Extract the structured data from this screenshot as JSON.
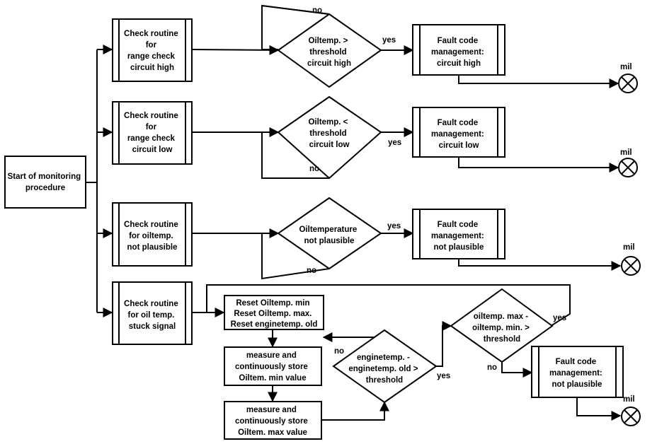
{
  "start": {
    "lines": [
      "Start of monitoring",
      "procedure"
    ]
  },
  "routines": [
    {
      "lines": [
        "Check routine",
        "for",
        "range check",
        "circuit high"
      ]
    },
    {
      "lines": [
        "Check routine",
        "for",
        "range check",
        "circuit low"
      ]
    },
    {
      "lines": [
        "Check routine",
        "for oiltemp.",
        "not plausible"
      ]
    },
    {
      "lines": [
        "Check routine",
        "for oil temp.",
        "stuck signal"
      ]
    }
  ],
  "decisions": [
    {
      "lines": [
        "Oiltemp. >",
        "threshold",
        "circuit high"
      ]
    },
    {
      "lines": [
        "Oiltemp. <",
        "threshold",
        "circuit low"
      ]
    },
    {
      "lines": [
        "Oiltemperature",
        "not plausible"
      ]
    },
    {
      "lines": [
        "enginetemp. -",
        "enginetemp. old >",
        "threshold"
      ]
    },
    {
      "lines": [
        "oiltemp. max -",
        "oiltemp. min. >",
        "threshold"
      ]
    }
  ],
  "fault_boxes": [
    {
      "lines": [
        "Fault code",
        "management:",
        "circuit high"
      ]
    },
    {
      "lines": [
        "Fault code",
        "management:",
        "circuit low"
      ]
    },
    {
      "lines": [
        "Fault code",
        "management:",
        "not plausible"
      ]
    },
    {
      "lines": [
        "Fault code",
        "management:",
        "not plausible"
      ]
    }
  ],
  "process_boxes": [
    {
      "lines": [
        "Reset Oiltemp. min",
        "Reset Oiltemp. max.",
        "Reset enginetemp. old"
      ]
    },
    {
      "lines": [
        "measure and",
        "continuously store",
        "Oiltem. min value"
      ]
    },
    {
      "lines": [
        "measure and",
        "continuously store",
        "Oiltem. max value"
      ]
    }
  ],
  "labels": {
    "yes": "yes",
    "no": "no",
    "mil": "mil"
  }
}
